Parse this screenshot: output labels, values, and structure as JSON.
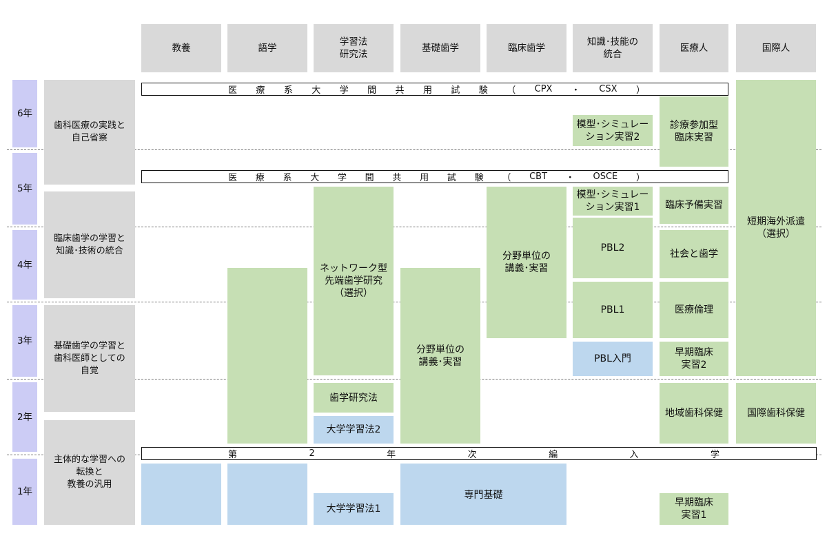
{
  "headers": [
    "教養",
    "語学",
    "学習法\n研究法",
    "基礎歯学",
    "臨床歯学",
    "知識･技能の\n統合",
    "医療人",
    "国際人"
  ],
  "years": [
    "6年",
    "5年",
    "4年",
    "3年",
    "2年",
    "1年"
  ],
  "stages": [
    "歯科医療の実践と\n自己省察",
    "臨床歯学の学習と\n知識･技術の統合",
    "基礎歯学の学習と\n歯科医師としての\n自覚",
    "主体的な学習への\n転換と\n教養の汎用"
  ],
  "exams": {
    "cpx": [
      "医",
      "療",
      "系",
      "大",
      "学",
      "間",
      "共",
      "用",
      "試",
      "験",
      "（",
      "CPX",
      "・",
      "CSX",
      "）"
    ],
    "cbt": [
      "医",
      "療",
      "系",
      "大",
      "学",
      "間",
      "共",
      "用",
      "試",
      "験",
      "（",
      "CBT",
      "・",
      "OSCE",
      "）"
    ],
    "transfer": [
      "第",
      "2",
      "年",
      "次",
      "編",
      "入",
      "学"
    ]
  },
  "blocks": {
    "model2": "模型･シミュレー\nション実習2",
    "clinical_participation": "診療参加型\n臨床実習",
    "model1": "模型･シミュレー\nション実習1",
    "clinical_prep": "臨床予備実習",
    "network": "ネットワーク型\n先端歯学研究\n（選択）",
    "clinical_lecture": "分野単位の\n講義･実習",
    "pbl2": "PBL2",
    "society_dentistry": "社会と歯学",
    "pbl1": "PBL1",
    "medical_ethics": "医療倫理",
    "basic_lecture": "分野単位の\n講義･実習",
    "pbl_intro": "PBL入門",
    "early_clinical2": "早期臨床\n実習2",
    "dental_research": "歯学研究法",
    "univ_study2": "大学学習法2",
    "community_health": "地域歯科保健",
    "intl_health": "国際歯科保健",
    "short_abroad": "短期海外派遣\n（選択）",
    "univ_study1": "大学学習法1",
    "specialized_basics": "専門基礎",
    "early_clinical1": "早期臨床\n実習1"
  }
}
